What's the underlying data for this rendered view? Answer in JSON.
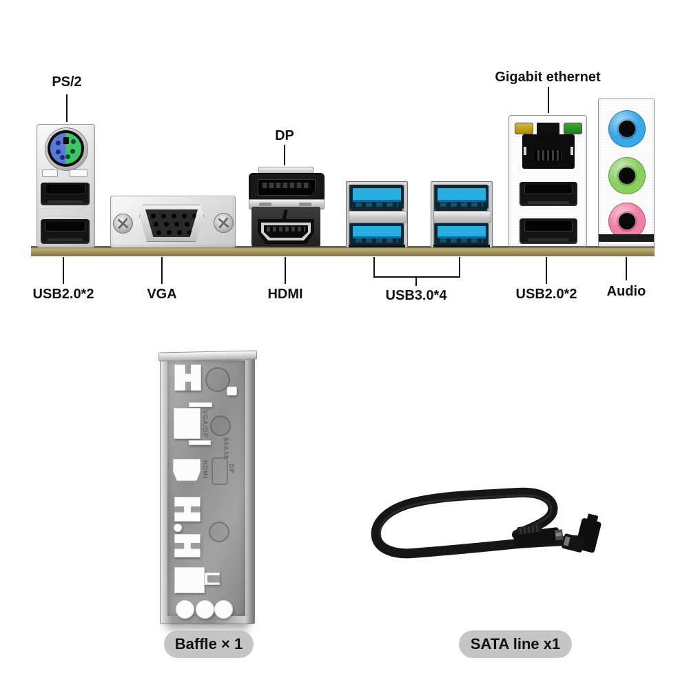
{
  "colors": {
    "pcb_gold": "#a2945c",
    "pcb_gold_dark": "#6b6140",
    "usb3_blue": "#28aee0",
    "usb3_dark": "#0c2836",
    "ps2_blue": "#5b79dc",
    "ps2_green": "#3fc468",
    "led_yellow": "#d6b92c",
    "led_green": "#2fb12f",
    "jack_blue": "#3aa8e8",
    "jack_green": "#8ad05f",
    "jack_pink": "#f17ea6",
    "pill_bg": "#c5c5c5",
    "label_text": "#111111"
  },
  "ports": {
    "callout_ps2": "PS/2",
    "callout_dp": "DP",
    "callout_gigabit": "Gigabit ethernet",
    "callout_usb2_left": "USB2.0*2",
    "callout_vga": "VGA",
    "callout_hdmi": "HDMI",
    "callout_usb3": "USB3.0*4",
    "callout_usb2_right": "USB2.0*2",
    "callout_audio": "Audio"
  },
  "baffle_markings": {
    "vga_dp": "VGA/DP",
    "model": "80A38",
    "dp": "DP",
    "hdmi": "HDMI"
  },
  "accessories": {
    "baffle_label": "Baffle × 1",
    "sata_label": "SATA line x1"
  }
}
